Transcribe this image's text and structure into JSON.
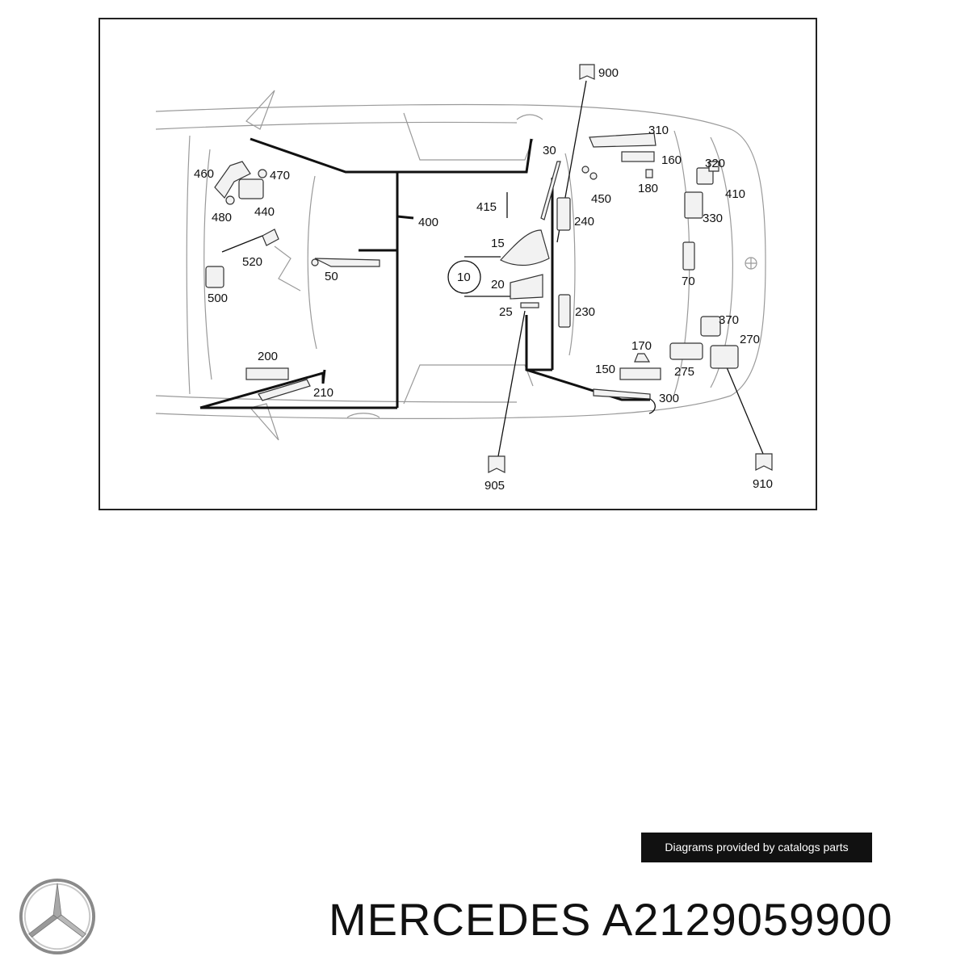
{
  "diagram": {
    "callouts": [
      {
        "id": "c900",
        "text": "900"
      },
      {
        "id": "c905",
        "text": "905"
      },
      {
        "id": "c910",
        "text": "910"
      },
      {
        "id": "c10",
        "text": "10"
      },
      {
        "id": "c15",
        "text": "15"
      },
      {
        "id": "c20",
        "text": "20"
      },
      {
        "id": "c25",
        "text": "25"
      },
      {
        "id": "c30",
        "text": "30"
      },
      {
        "id": "c50",
        "text": "50"
      },
      {
        "id": "c70",
        "text": "70"
      },
      {
        "id": "c150",
        "text": "150"
      },
      {
        "id": "c160",
        "text": "160"
      },
      {
        "id": "c170",
        "text": "170"
      },
      {
        "id": "c180",
        "text": "180"
      },
      {
        "id": "c200",
        "text": "200"
      },
      {
        "id": "c210",
        "text": "210"
      },
      {
        "id": "c230",
        "text": "230"
      },
      {
        "id": "c240",
        "text": "240"
      },
      {
        "id": "c270",
        "text": "270"
      },
      {
        "id": "c275",
        "text": "275"
      },
      {
        "id": "c300",
        "text": "300"
      },
      {
        "id": "c310",
        "text": "310"
      },
      {
        "id": "c320",
        "text": "320"
      },
      {
        "id": "c330",
        "text": "330"
      },
      {
        "id": "c370",
        "text": "370"
      },
      {
        "id": "c400",
        "text": "400"
      },
      {
        "id": "c410",
        "text": "410"
      },
      {
        "id": "c415",
        "text": "415"
      },
      {
        "id": "c440",
        "text": "440"
      },
      {
        "id": "c450",
        "text": "450"
      },
      {
        "id": "c460",
        "text": "460"
      },
      {
        "id": "c470",
        "text": "470"
      },
      {
        "id": "c480",
        "text": "480"
      },
      {
        "id": "c500",
        "text": "500"
      },
      {
        "id": "c520",
        "text": "520"
      }
    ]
  },
  "credit": "Diagrams provided by catalogs parts",
  "brand": {
    "logo_icon": "mercedes-star-icon",
    "title": "MERCEDES A2129059900"
  },
  "colors": {
    "ink": "#111111",
    "car_outline": "#9a9a9a",
    "credit_bg": "#111111"
  }
}
